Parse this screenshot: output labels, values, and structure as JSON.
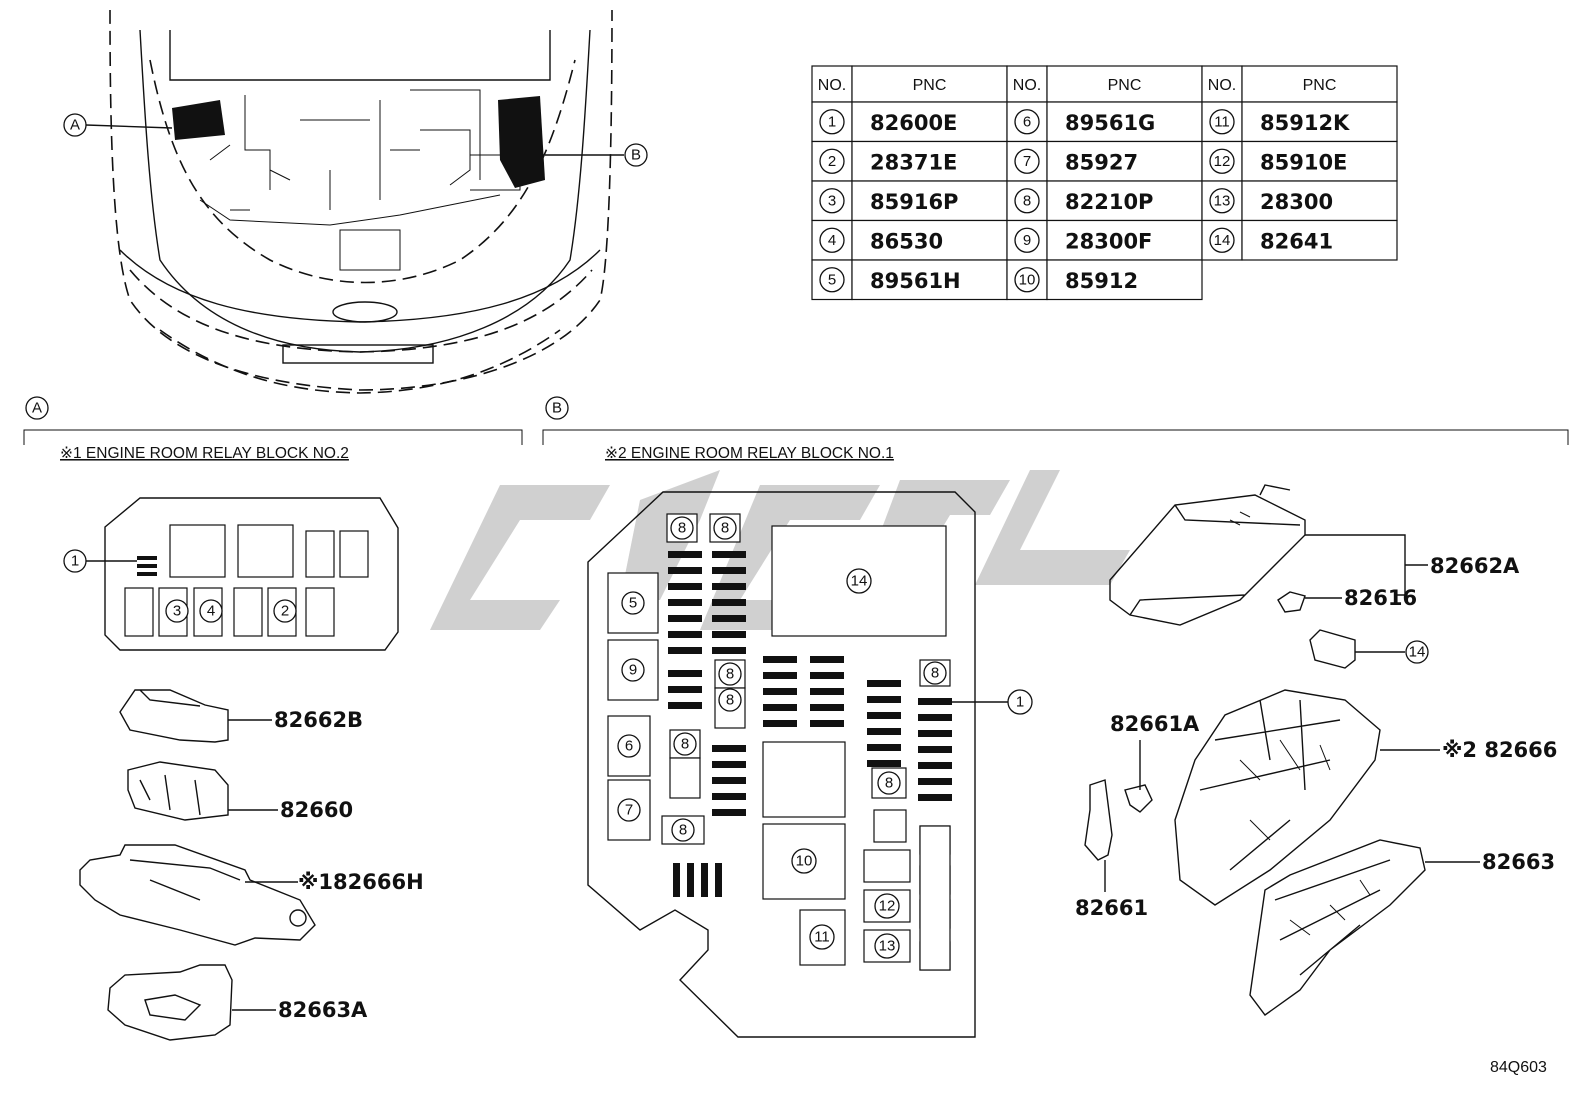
{
  "pnc_table": {
    "header_no": "NO.",
    "header_pnc": "PNC",
    "rows": [
      {
        "no": "1",
        "pnc": "82600E"
      },
      {
        "no": "2",
        "pnc": "28371E"
      },
      {
        "no": "3",
        "pnc": "85916P"
      },
      {
        "no": "4",
        "pnc": "86530"
      },
      {
        "no": "5",
        "pnc": "89561H"
      },
      {
        "no": "6",
        "pnc": "89561G"
      },
      {
        "no": "7",
        "pnc": "85927"
      },
      {
        "no": "8",
        "pnc": "82210P"
      },
      {
        "no": "9",
        "pnc": "28300F"
      },
      {
        "no": "10",
        "pnc": "85912"
      },
      {
        "no": "11",
        "pnc": "85912K"
      },
      {
        "no": "12",
        "pnc": "85910E"
      },
      {
        "no": "13",
        "pnc": "28300"
      },
      {
        "no": "14",
        "pnc": "82641"
      }
    ]
  },
  "overview": {
    "marker_a": "A",
    "marker_b": "B"
  },
  "section_a": {
    "marker": "A",
    "title": "※1 ENGINE ROOM RELAY BLOCK NO.2",
    "block_callouts": [
      "1",
      "3",
      "4",
      "2"
    ],
    "parts": [
      "82662B",
      "82660",
      "※182666H",
      "82663A"
    ]
  },
  "section_b": {
    "marker": "B",
    "title": "※2 ENGINE ROOM RELAY BLOCK NO.1",
    "parts": [
      "82662A",
      "82616",
      "14",
      "82661A",
      "※2 82666",
      "82661",
      "82663"
    ],
    "block_callouts": {
      "left": [
        "5",
        "9",
        "6",
        "7"
      ],
      "relay": "8",
      "big": "14",
      "one": "1",
      "ten": "10",
      "eleven": "11",
      "twelve": "12",
      "thirteen": "13"
    }
  },
  "drawing_code": "84Q603",
  "watermark_color": "#c8c8c8"
}
